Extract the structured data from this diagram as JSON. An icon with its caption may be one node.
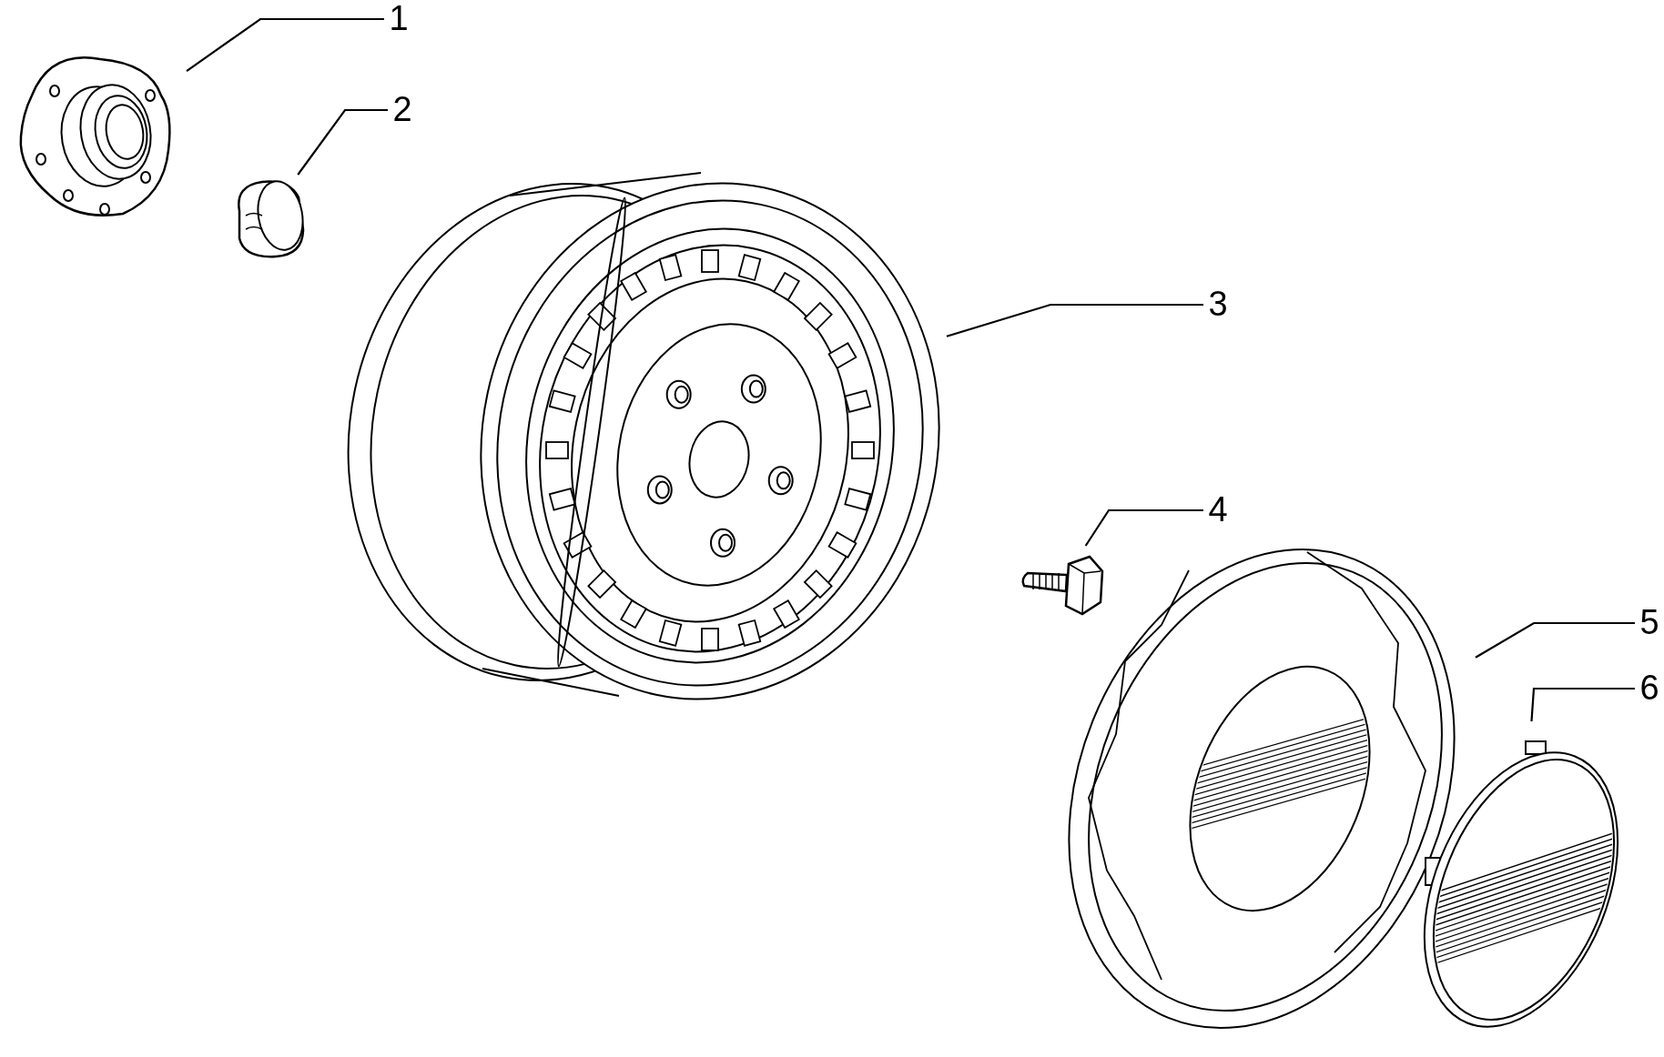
{
  "diagram": {
    "nodes": [
      {
        "text": [
          "1"
        ]
      },
      {
        "text": [],
        "shape": "picture"
      },
      {
        "text": [
          "2"
        ]
      },
      {
        "text": [],
        "shape": "picture"
      },
      {
        "text": [
          "3"
        ]
      },
      {
        "text": [],
        "shape": "picture"
      },
      {
        "text": [
          "4"
        ]
      },
      {
        "text": [],
        "shape": "picture"
      },
      {
        "text": [
          "5"
        ]
      },
      {
        "text": [],
        "shape": "picture"
      },
      {
        "text": [
          "6"
        ]
      },
      {
        "text": [],
        "shape": "picture"
      }
    ],
    "edges": [
      {
        "from": 0,
        "to": 1,
        "arrow": "none"
      },
      {
        "from": 2,
        "to": 3,
        "arrow": "none"
      },
      {
        "from": 4,
        "to": 5,
        "arrow": "none"
      },
      {
        "from": 6,
        "to": 7,
        "arrow": "none"
      },
      {
        "from": 8,
        "to": 9,
        "arrow": "none"
      },
      {
        "from": 10,
        "to": 11,
        "arrow": "none"
      }
    ]
  }
}
